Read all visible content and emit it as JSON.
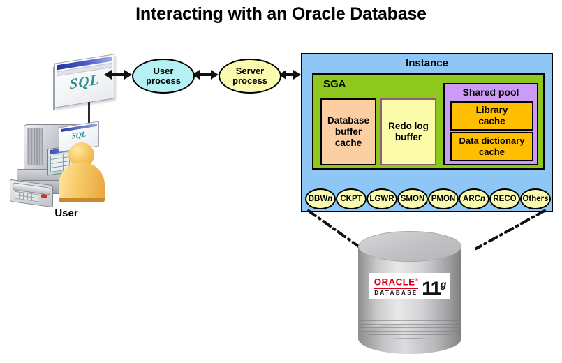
{
  "title": "Interacting with an Oracle Database",
  "left": {
    "sql_window_label": "SQL",
    "mini_sql_label": "SQL",
    "user_label": "User"
  },
  "processes": {
    "user_process": {
      "line1": "User",
      "line2": "process",
      "color": "#b5f0f5"
    },
    "server_process": {
      "line1": "Server",
      "line2": "process",
      "color": "#fbfbb0"
    }
  },
  "instance": {
    "label": "Instance",
    "color": "#8ec6f5",
    "sga": {
      "label": "SGA",
      "color": "#8ec81e",
      "database_buffer_cache": {
        "line1": "Database",
        "line2": "buffer",
        "line3": "cache",
        "color": "#fbcfa2"
      },
      "redo_log_buffer": {
        "line1": "Redo log",
        "line2": "buffer",
        "color": "#fbfbaa"
      },
      "shared_pool": {
        "label": "Shared pool",
        "color": "#cb9bf5",
        "library_cache": {
          "line1": "Library",
          "line2": "cache",
          "color": "#ffbf00"
        },
        "data_dictionary_cache": {
          "line1": "Data dictionary",
          "line2": "cache",
          "color": "#ffbf00"
        }
      }
    },
    "background_processes": [
      {
        "base": "DBW",
        "italic": "n"
      },
      {
        "base": "CKPT",
        "italic": ""
      },
      {
        "base": "LGWR",
        "italic": ""
      },
      {
        "base": "SMON",
        "italic": ""
      },
      {
        "base": "PMON",
        "italic": ""
      },
      {
        "base": "ARC",
        "italic": "n"
      },
      {
        "base": "RECO",
        "italic": ""
      },
      {
        "base": "Others",
        "italic": ""
      }
    ]
  },
  "database": {
    "logo_brand": "ORACLE",
    "logo_trademark": "®",
    "logo_product": "DATABASE",
    "logo_version": "11",
    "logo_version_sup": "g",
    "brand_color": "#d6001c"
  }
}
